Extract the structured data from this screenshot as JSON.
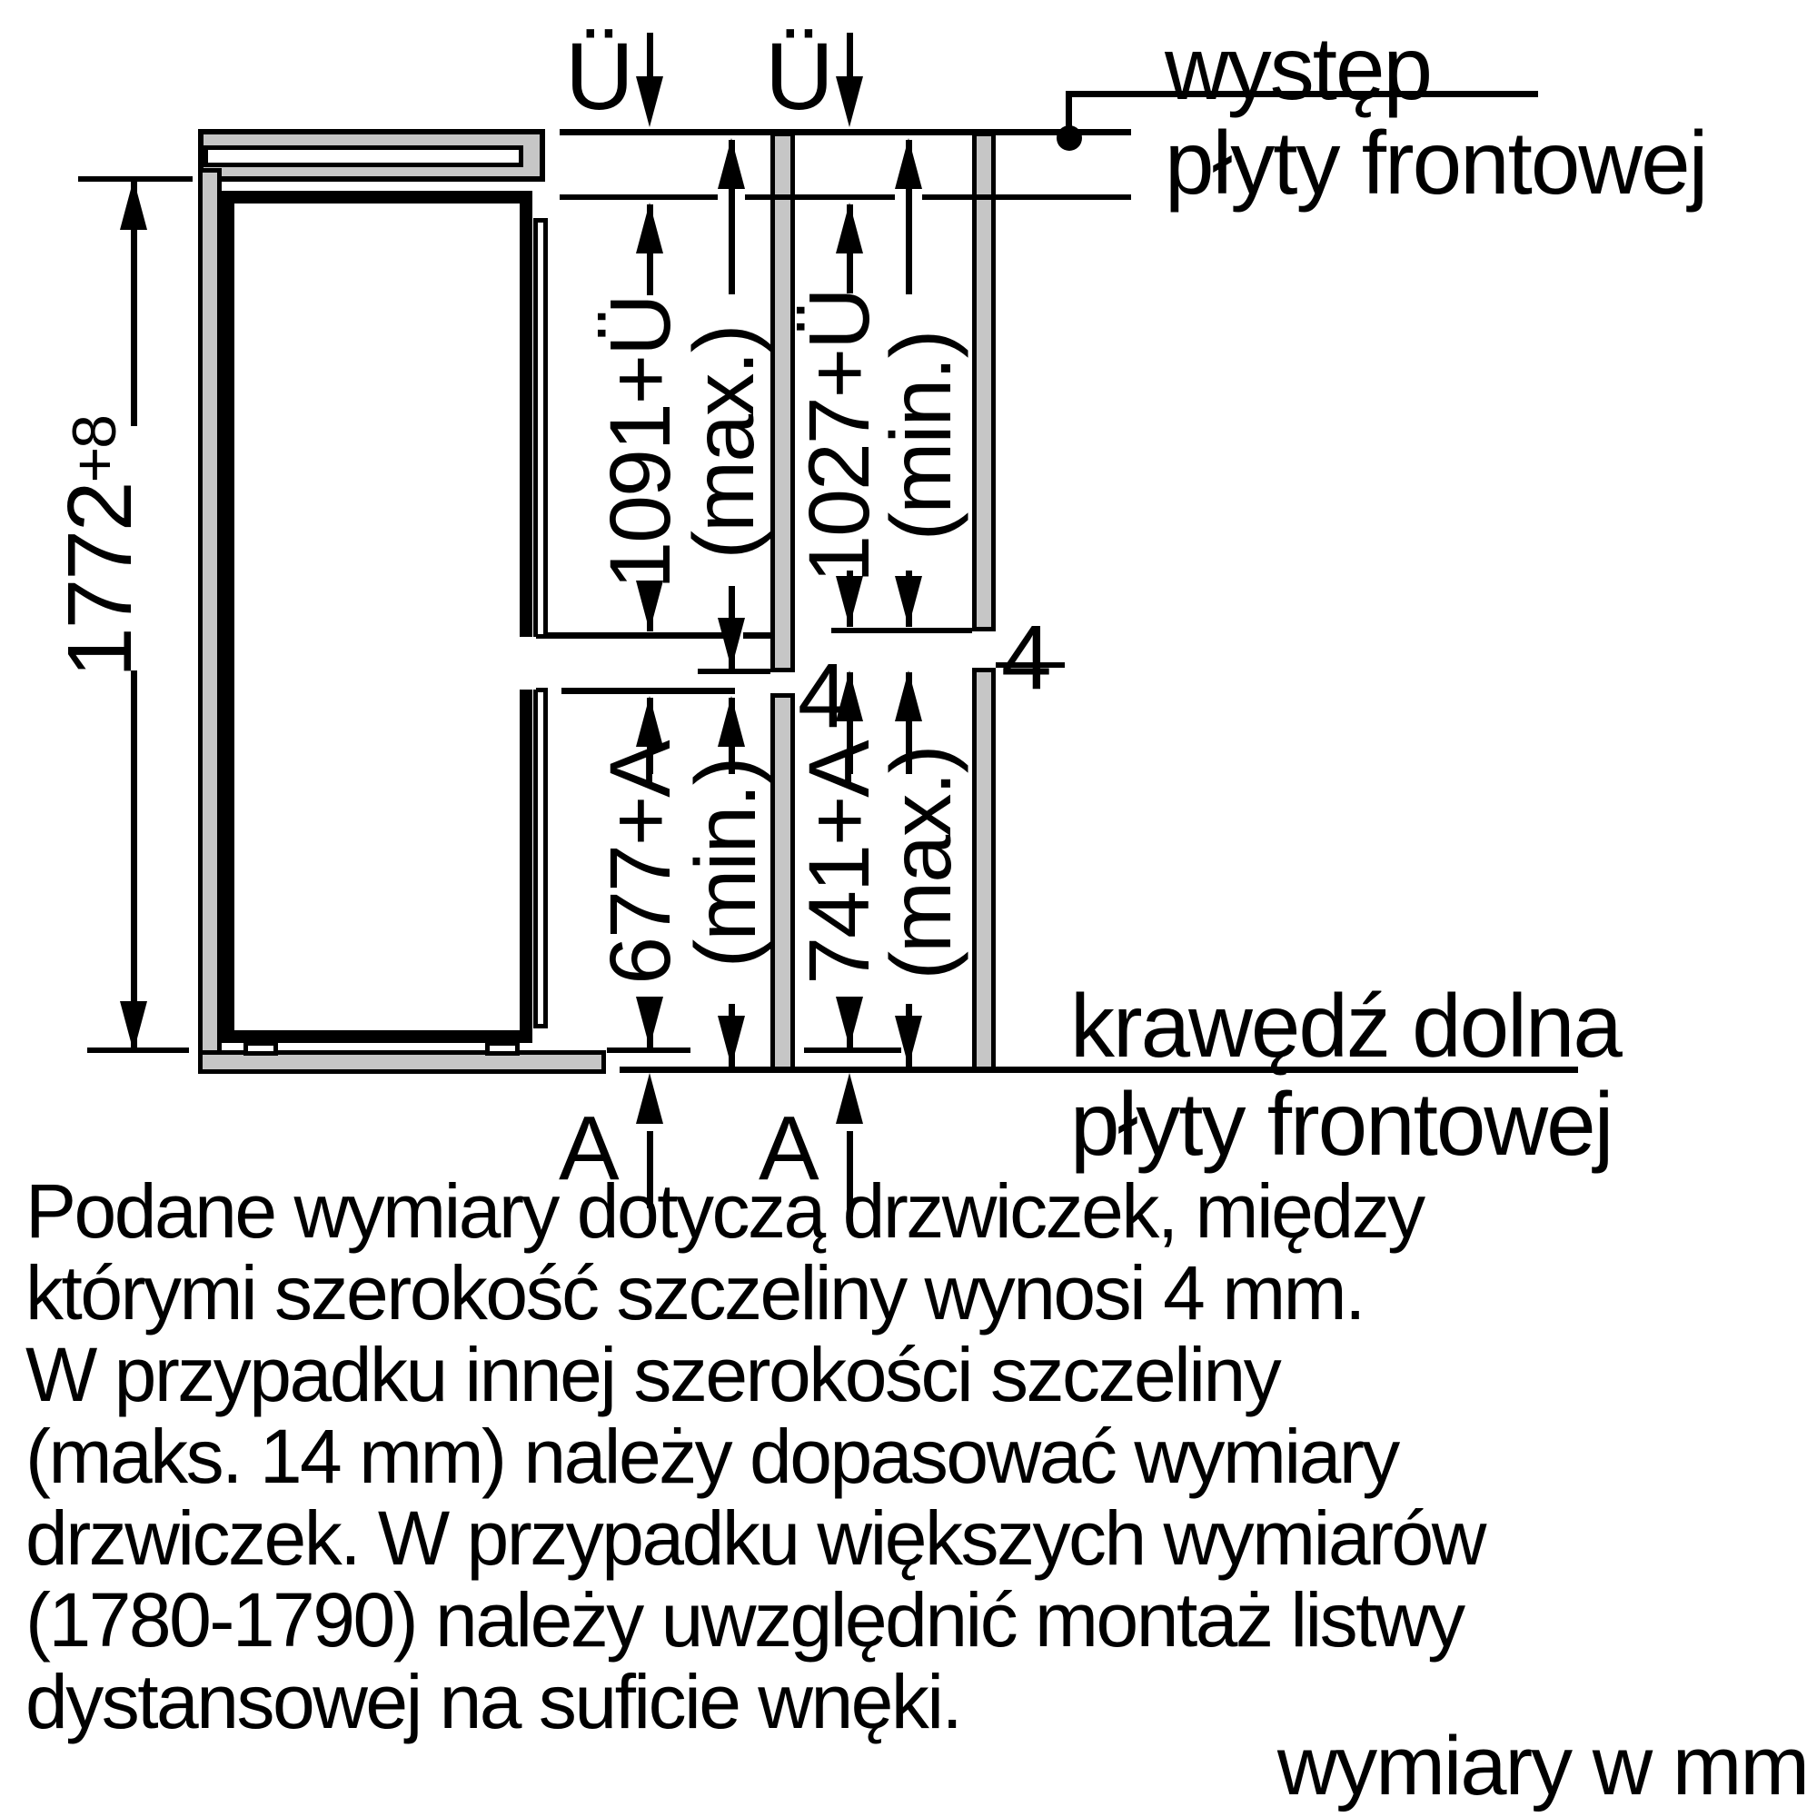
{
  "diagram": {
    "overhang_label_1": "Ü",
    "overhang_label_2": "Ü",
    "front_panel_top_note_line1": "występ",
    "front_panel_top_note_line2": "płyty frontowej",
    "front_panel_bottom_note_line1": "krawędź dolna",
    "front_panel_bottom_note_line2": "płyty frontowej",
    "niche_height": "1772",
    "niche_height_tolerance": "+8",
    "upper_door_max": "1091+Ü",
    "upper_door_max_qualifier": "(max.)",
    "upper_door_min": "1027+Ü",
    "upper_door_min_qualifier": "(min.)",
    "lower_door_min": "677+A",
    "lower_door_min_qualifier": "(min.)",
    "lower_door_max": "741+A",
    "lower_door_max_qualifier": "(max.)",
    "gap_left": "4",
    "gap_right": "4",
    "bottom_overhang_label_1": "A",
    "bottom_overhang_label_2": "A"
  },
  "notes": {
    "lines": [
      "Podane wymiary dotyczą drzwiczek, między",
      "którymi szerokość szczeliny wynosi 4 mm.",
      "W przypadku innej szerokości szczeliny",
      "(maks. 14 mm) należy dopasować wymiary",
      "drzwiczek. W przypadku większych wymiarów",
      "(1780-1790) należy uwzględnić montaż listwy",
      "dystansowej na suficie wnęki."
    ]
  },
  "footer": {
    "units_note": "wymiary w mm"
  },
  "colors": {
    "line": "#000000",
    "panel_gray": "#c6c6c6",
    "background": "#ffffff"
  }
}
